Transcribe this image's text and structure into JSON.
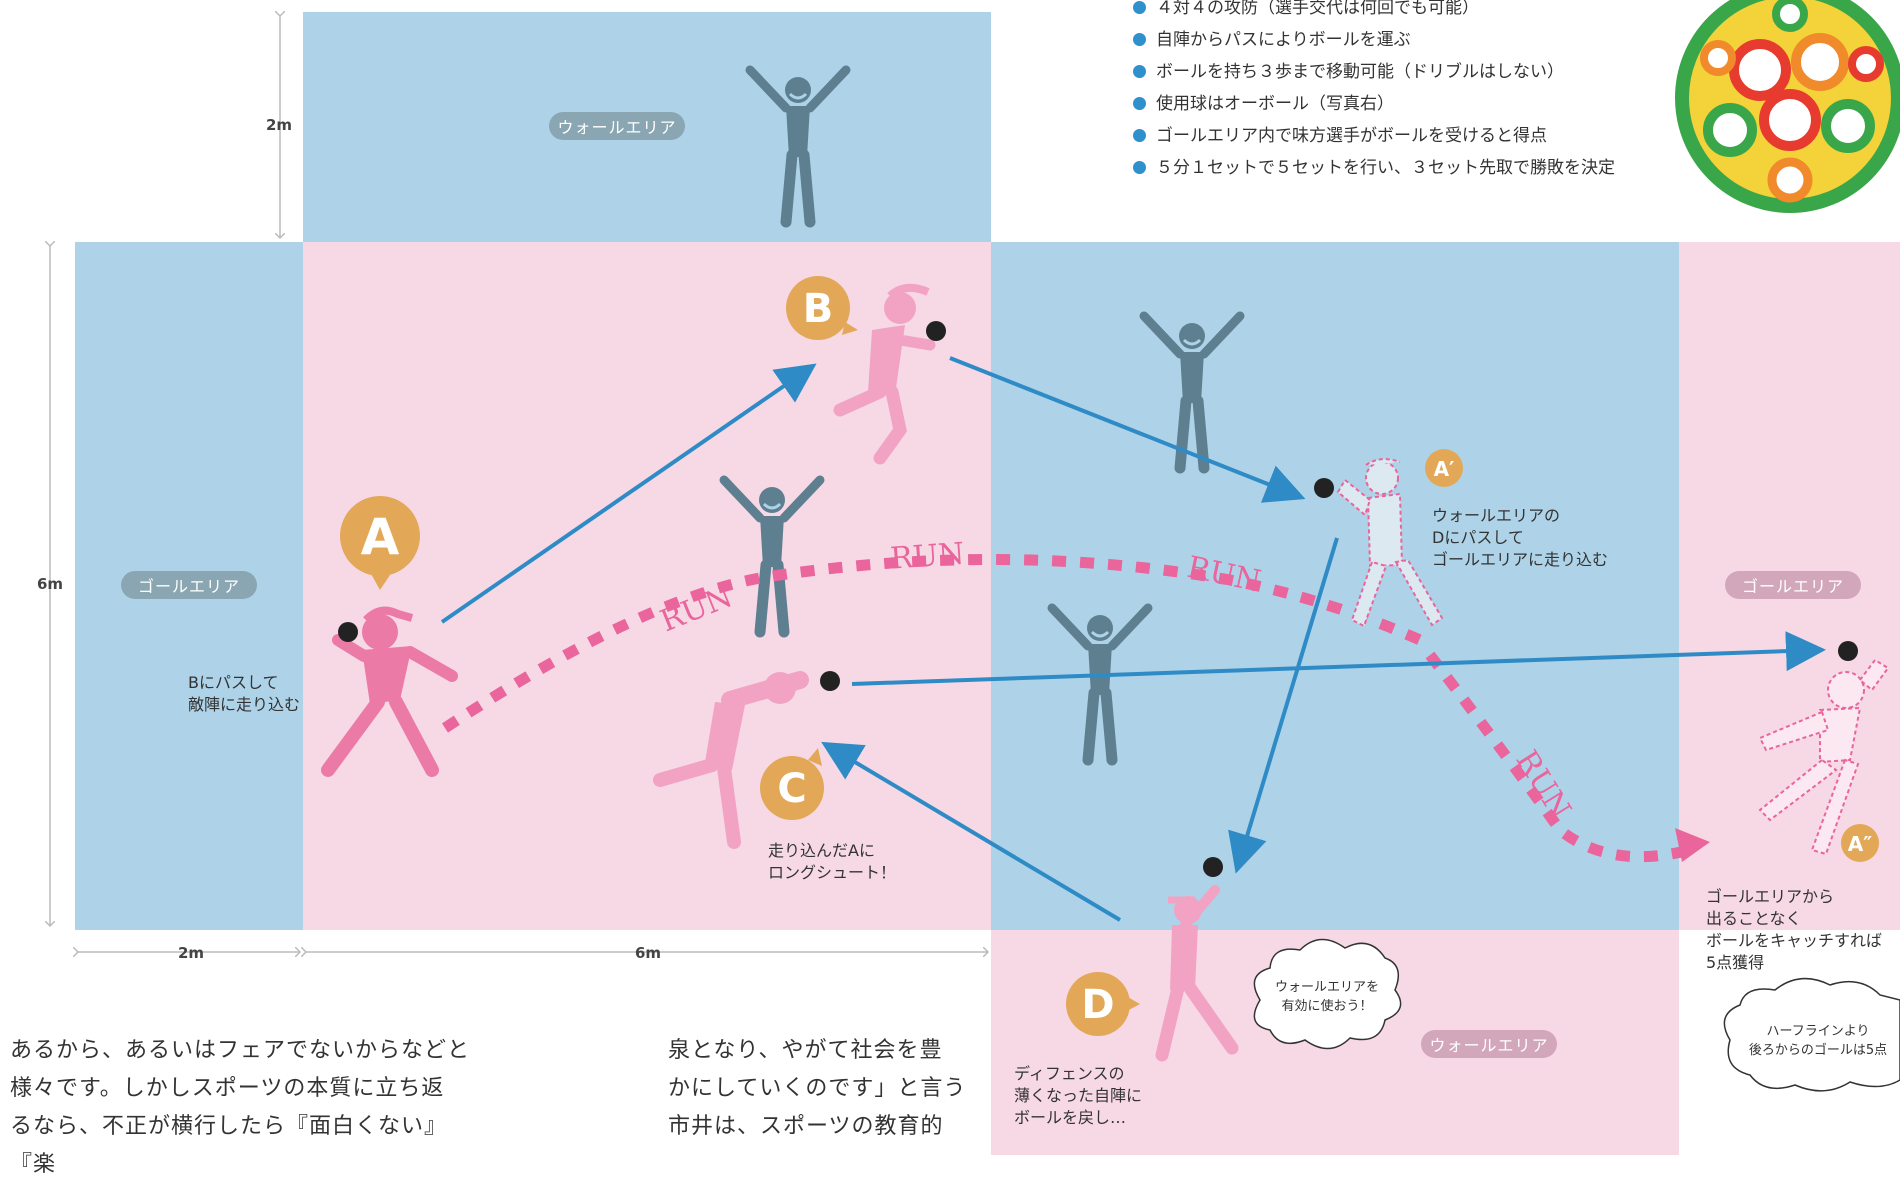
{
  "colors": {
    "blue_zone": "#aed3e8",
    "pink_zone": "#f7d9e6",
    "arrow_blue": "#2f8bc6",
    "run_pink": "#e9659c",
    "player_pink": "#ec7aa7",
    "player_pink_light": "#f2a3c4",
    "defender": "#5e7f8f",
    "badge": "#e2a858",
    "pill_gray": "#8aa6b3",
    "pill_pink": "#d3a7bb"
  },
  "zones": {
    "wall_area_top": "ウォールエリア",
    "goal_area_left": "ゴールエリア",
    "goal_area_right": "ゴールエリア",
    "wall_area_bottom": "ウォールエリア"
  },
  "dimensions": {
    "top_height": "2m",
    "field_height": "6m",
    "bottom_left": "2m",
    "bottom_middle": "6m"
  },
  "rules": [
    "４対４の攻防（選手交代は何回でも可能）",
    "自陣からパスによりボールを運ぶ",
    "ボールを持ち３歩まで移動可能（ドリブルはしない）",
    "使用球はオーボール（写真右）",
    "ゴールエリア内で味方選手がボールを受けると得点",
    "５分１セットで５セットを行い、３セット先取で勝敗を決定"
  ],
  "players": {
    "a": "A",
    "b": "B",
    "c": "C",
    "d": "D",
    "a_prime": "A′",
    "a_double_prime": "A″"
  },
  "run_labels": [
    "RUN",
    "RUN",
    "RUN",
    "RUN"
  ],
  "annotations": {
    "a": "Bにパスして\n敵陣に走り込む",
    "c": "走り込んだAに\nロングシュート！",
    "a_prime": "ウォールエリアの\nDにパスして\nゴールエリアに走り込む",
    "d": "ディフェンスの\n薄くなった自陣に\nボールを戻し…",
    "a_double_prime": "ゴールエリアから\n出ることなく\nボールをキャッチすれば\n5点獲得"
  },
  "clouds": {
    "wall_tip": "ウォールエリアを\n有効に使おう！",
    "half_line": "ハーフラインより\n後ろからのゴールは5点"
  },
  "body_text": {
    "left": "あるから、あるいはフェアでないからなどと\n様々です。しかしスポーツの本質に立ち返\nるなら、不正が横行したら『面白くない』『楽",
    "right": "泉となり、やがて社会を豊\nかにしていくのです」と言う\n市井は、スポーツの教育的"
  }
}
